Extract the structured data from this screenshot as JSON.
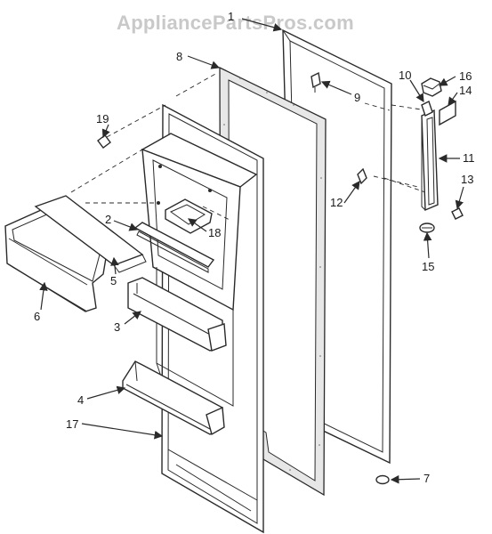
{
  "watermark": "AppliancePartsPros.com",
  "labels": {
    "p1": "1",
    "p2": "2",
    "p3": "3",
    "p4": "4",
    "p5": "5",
    "p6": "6",
    "p7": "7",
    "p8": "8",
    "p9": "9",
    "p10": "10",
    "p11": "11",
    "p12": "12",
    "p13": "13",
    "p14": "14",
    "p15": "15",
    "p16": "16",
    "p17": "17",
    "p18": "18",
    "p19": "19"
  }
}
